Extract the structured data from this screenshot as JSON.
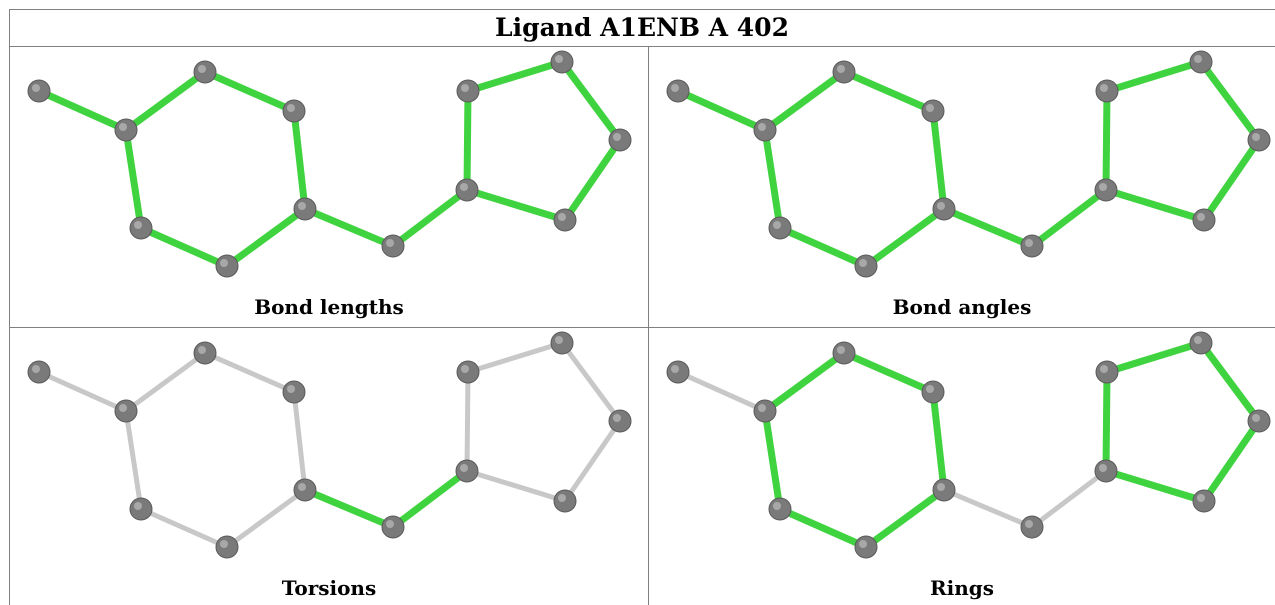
{
  "title": "Ligand A1ENB A 402",
  "panels": [
    {
      "caption": "Bond lengths",
      "highlighted_bonds": [
        0,
        1,
        2,
        3,
        4,
        5,
        6,
        7,
        8,
        9,
        10,
        11,
        12,
        13,
        14
      ]
    },
    {
      "caption": "Bond angles",
      "highlighted_bonds": [
        0,
        1,
        2,
        3,
        4,
        5,
        6,
        7,
        8,
        9,
        10,
        11,
        12,
        13,
        14
      ]
    },
    {
      "caption": "Torsions",
      "highlighted_bonds": [
        7,
        8
      ]
    },
    {
      "caption": "Rings",
      "highlighted_bonds": [
        1,
        2,
        3,
        4,
        5,
        6,
        9,
        10,
        11,
        12,
        13
      ]
    }
  ],
  "colors": {
    "highlight": "#3fd33f",
    "plain": "#c8c8c8",
    "atom": "#7a7a7a"
  }
}
